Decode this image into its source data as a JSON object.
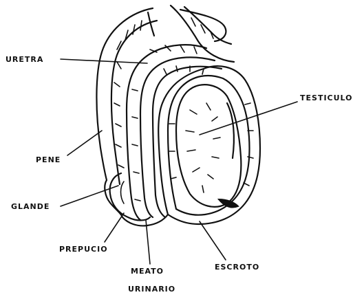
{
  "labels": {
    "uretra": "URETRA",
    "testiculo": "TESTICULO",
    "pene": "PENE",
    "glande": "GLANDE",
    "prepucio": "PREPUCIO",
    "meato_line1": "MEATO",
    "meato_line2": "URINARIO",
    "escroto": "ESCROTO"
  }
}
